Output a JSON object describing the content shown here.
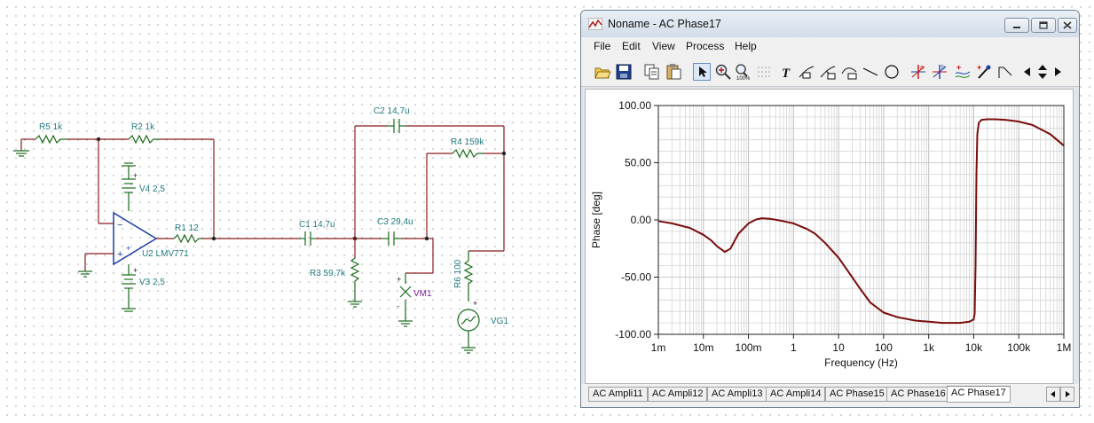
{
  "window": {
    "title": "Noname - AC Phase17"
  },
  "menu": [
    "File",
    "Edit",
    "View",
    "Process",
    "Help"
  ],
  "toolbar": {
    "icons": [
      "open-folder-icon",
      "save-icon",
      "copy-icon",
      "paste-icon",
      "pointer-icon",
      "zoom-in-icon",
      "zoom-fit-icon",
      "grid-dots-icon",
      "text-icon",
      "label-icon",
      "arrow-label-icon",
      "curve-label-icon",
      "line-icon",
      "circle-icon",
      "cursor-a-icon",
      "cursor-b-icon",
      "curve-plus-icon",
      "probe-icon",
      "polyline-icon",
      "nav-left-icon",
      "nav-updown-icon",
      "nav-right-icon"
    ]
  },
  "schematic": {
    "labels": {
      "r5": "R5 1k",
      "r2": "R2 1k",
      "v4": "V4 2,5",
      "r1": "R1 12",
      "u2": "U2 LMV771",
      "v3": "V3 2,5",
      "c2": "C2 14,7u",
      "r4": "R4 159k",
      "c1": "C1 14,7u",
      "c3": "C3 29,4u",
      "r3": "R3 59,7k",
      "vm1": "VM1",
      "r6": "R6 100",
      "vg1": "VG1"
    }
  },
  "chart_data": {
    "type": "line",
    "xlabel": "Frequency (Hz)",
    "ylabel": "Phase [deg]",
    "xscale": "log",
    "xlim": [
      0.001,
      1000000
    ],
    "ylim": [
      -100,
      100
    ],
    "grid": true,
    "x_ticks": [
      "1m",
      "10m",
      "100m",
      "1",
      "10",
      "100",
      "1k",
      "10k",
      "100k",
      "1M"
    ],
    "y_ticks": [
      "100.00",
      "50.00",
      "0.00",
      "-50.00",
      "-100.00"
    ],
    "color": "#7a0c0c",
    "series": [
      {
        "x": [
          0.001,
          0.002,
          0.005,
          0.01,
          0.015,
          0.02,
          0.03,
          0.04,
          0.06,
          0.1,
          0.15,
          0.2,
          0.3,
          0.5,
          1,
          2,
          3,
          5,
          10,
          20,
          30,
          50,
          100,
          200,
          500,
          1000,
          2000,
          5000,
          8000,
          10000,
          10500,
          11000,
          11500,
          12000,
          13000,
          15000,
          20000,
          30000,
          50000,
          100000,
          200000,
          500000,
          1000000
        ],
        "y": [
          -1,
          -3,
          -7,
          -13,
          -18,
          -23,
          -28,
          -25,
          -12,
          -3,
          0.5,
          1.5,
          1,
          -0.5,
          -3,
          -8,
          -12,
          -20,
          -33,
          -50,
          -60,
          -72,
          -81,
          -85,
          -88,
          -89,
          -90,
          -90,
          -89,
          -87,
          -82,
          -40,
          40,
          75,
          85,
          87.5,
          88,
          88,
          87.5,
          86,
          83,
          75,
          65
        ]
      }
    ]
  },
  "tabs": {
    "items": [
      "AC Ampli11",
      "AC Ampli12",
      "AC Ampli13",
      "AC Ampli14",
      "AC Phase15",
      "AC Phase16",
      "AC Phase17"
    ],
    "active": "AC Phase17"
  }
}
